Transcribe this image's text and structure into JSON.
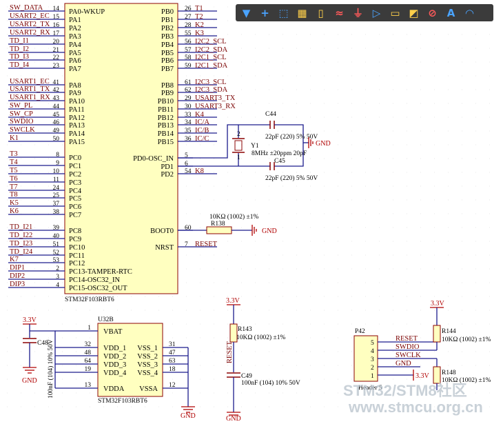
{
  "mcu": {
    "name": "STM32F103RBT6",
    "left_pins": [
      {
        "net": "SW_DATA",
        "num": "14",
        "name": "PA0-WKUP"
      },
      {
        "net": "USART2_EC",
        "num": "15",
        "name": "PA1"
      },
      {
        "net": "USART2_TX",
        "num": "16",
        "name": "PA2"
      },
      {
        "net": "USART2_RX",
        "num": "17",
        "name": "PA3"
      },
      {
        "net": "TD_I1",
        "num": "20",
        "name": "PA4"
      },
      {
        "net": "TD_I2",
        "num": "21",
        "name": "PA5"
      },
      {
        "net": "TD_I3",
        "num": "22",
        "name": "PA6"
      },
      {
        "net": "TD_I4",
        "num": "23",
        "name": "PA7"
      },
      {
        "net": "USART1_EC",
        "num": "41",
        "name": "PA8"
      },
      {
        "net": "USART1_TX",
        "num": "42",
        "name": "PA9"
      },
      {
        "net": "USART1_RX",
        "num": "43",
        "name": "PA10"
      },
      {
        "net": "SW_PL",
        "num": "44",
        "name": "PA11"
      },
      {
        "net": "SW_CP",
        "num": "45",
        "name": "PA12"
      },
      {
        "net": "SWDIO",
        "num": "46",
        "name": "PA13"
      },
      {
        "net": "SWCLK",
        "num": "49",
        "name": "PA14"
      },
      {
        "net": "K1",
        "num": "50",
        "name": "PA15"
      },
      {
        "net": "T3",
        "num": "8",
        "name": "PC0"
      },
      {
        "net": "T4",
        "num": "9",
        "name": "PC1"
      },
      {
        "net": "T5",
        "num": "10",
        "name": "PC2"
      },
      {
        "net": "T6",
        "num": "11",
        "name": "PC3"
      },
      {
        "net": "T7",
        "num": "24",
        "name": "PC4"
      },
      {
        "net": "T8",
        "num": "25",
        "name": "PC5"
      },
      {
        "net": "K5",
        "num": "37",
        "name": "PC6"
      },
      {
        "net": "K6",
        "num": "38",
        "name": "PC7"
      },
      {
        "net": "TD_I21",
        "num": "39",
        "name": "PC8"
      },
      {
        "net": "TD_I22",
        "num": "40",
        "name": "PC9"
      },
      {
        "net": "TD_I23",
        "num": "51",
        "name": "PC10"
      },
      {
        "net": "TD_I24",
        "num": "52",
        "name": "PC11"
      },
      {
        "net": "K7",
        "num": "53",
        "name": "PC12"
      },
      {
        "net": "DIP1",
        "num": "2",
        "name": "PC13-TAMPER-RTC"
      },
      {
        "net": "DIP2",
        "num": "3",
        "name": "PC14-OSC32_IN"
      },
      {
        "net": "DIP3",
        "num": "4",
        "name": "PC15-OSC32_OUT"
      }
    ],
    "right_pins": [
      {
        "name": "PB0",
        "num": "26",
        "net": "T1"
      },
      {
        "name": "PB1",
        "num": "27",
        "net": "T2"
      },
      {
        "name": "PB2",
        "num": "28",
        "net": "K2"
      },
      {
        "name": "PB3",
        "num": "55",
        "net": "K3"
      },
      {
        "name": "PB4",
        "num": "56",
        "net": "I2C2_SCL"
      },
      {
        "name": "PB5",
        "num": "57",
        "net": "I2C2_SDA"
      },
      {
        "name": "PB6",
        "num": "58",
        "net": "I2C1_SCL"
      },
      {
        "name": "PB7",
        "num": "59",
        "net": "I2C1_SDA"
      },
      {
        "name": "PB8",
        "num": "61",
        "net": "I2C3_SCL"
      },
      {
        "name": "PB9",
        "num": "62",
        "net": "I2C3_SDA"
      },
      {
        "name": "PB10",
        "num": "29",
        "net": "USART3_TX"
      },
      {
        "name": "PB11",
        "num": "30",
        "net": "USART3_RX"
      },
      {
        "name": "PB12",
        "num": "33",
        "net": "K4"
      },
      {
        "name": "PB13",
        "num": "34",
        "net": "IC/A"
      },
      {
        "name": "PB14",
        "num": "35",
        "net": "IC/B"
      },
      {
        "name": "PB15",
        "num": "36",
        "net": "IC/C"
      },
      {
        "name": "PD0-OSC_IN",
        "num": "5",
        "net": ""
      },
      {
        "name": "PD1",
        "num": "6",
        "net": ""
      },
      {
        "name": "PD2",
        "num": "54",
        "net": "K8"
      },
      {
        "name": "BOOT0",
        "num": "60",
        "net": ""
      },
      {
        "name": "NRST",
        "num": "7",
        "net": "RESET"
      }
    ]
  },
  "crystal": {
    "ref": "Y1",
    "value": "8MHz ±20ppm 20pF",
    "pin1": "1",
    "pin2": "2",
    "c1_ref": "C44",
    "c1_value": "22pF (220) 5% 50V",
    "c2_ref": "C45",
    "c2_value": "22pF (220) 5% 50V",
    "gnd": "GND"
  },
  "boot": {
    "r_ref": "R138",
    "r_value": "10KΩ (1002) ±1%",
    "gnd": "GND"
  },
  "power": {
    "ref": "U32B",
    "name": "STM32F103RBT6",
    "vcc": "3.3V",
    "gnd": "GND",
    "cap_ref": "C48",
    "cap_value": "100nF (104) 10% 50V",
    "left_pins": [
      {
        "num": "1",
        "name": "VBAT"
      },
      {
        "num": "32",
        "name": "VDD_1"
      },
      {
        "num": "48",
        "name": "VDD_2"
      },
      {
        "num": "64",
        "name": "VDD_3"
      },
      {
        "num": "19",
        "name": "VDD_4"
      },
      {
        "num": "13",
        "name": "VDDA"
      }
    ],
    "right_pins": [
      {
        "num": "31",
        "name": "VSS_1"
      },
      {
        "num": "47",
        "name": "VSS_2"
      },
      {
        "num": "63",
        "name": "VSS_3"
      },
      {
        "num": "18",
        "name": "VSS_4"
      },
      {
        "num": "12",
        "name": "VSSA"
      }
    ]
  },
  "reset": {
    "vcc": "3.3V",
    "r_ref": "R143",
    "r_value": "10KΩ (1002) ±1%",
    "net": "RESET",
    "c_ref": "C49",
    "c_value": "100nF (104) 10% 50V",
    "gnd": "GND"
  },
  "header": {
    "ref": "P42",
    "name": "Header 5",
    "pins": [
      {
        "num": "5",
        "net": "RESET"
      },
      {
        "num": "4",
        "net": "SWDIO"
      },
      {
        "num": "3",
        "net": "SWCLK"
      },
      {
        "num": "2",
        "net": "GND"
      },
      {
        "num": "1",
        "net": ""
      }
    ],
    "vcc_top": "3.3V",
    "r144_ref": "R144",
    "r144_value": "10KΩ (1002) ±1%",
    "r148_ref": "R148",
    "r148_value": "10KΩ (1002) ±1%",
    "vcc_bottom": "3.3V"
  },
  "watermark": {
    "line1": "STM32/STM8社区",
    "line2": "www.stmcu.org.cn"
  },
  "toolbar": [
    "filter-icon",
    "crosshair-icon",
    "select-rect-icon",
    "align-icon",
    "component-icon",
    "net-icon",
    "ground-icon",
    "port-icon",
    "sheet-icon",
    "offsheet-icon",
    "error-icon",
    "text-icon",
    "arc-icon"
  ]
}
